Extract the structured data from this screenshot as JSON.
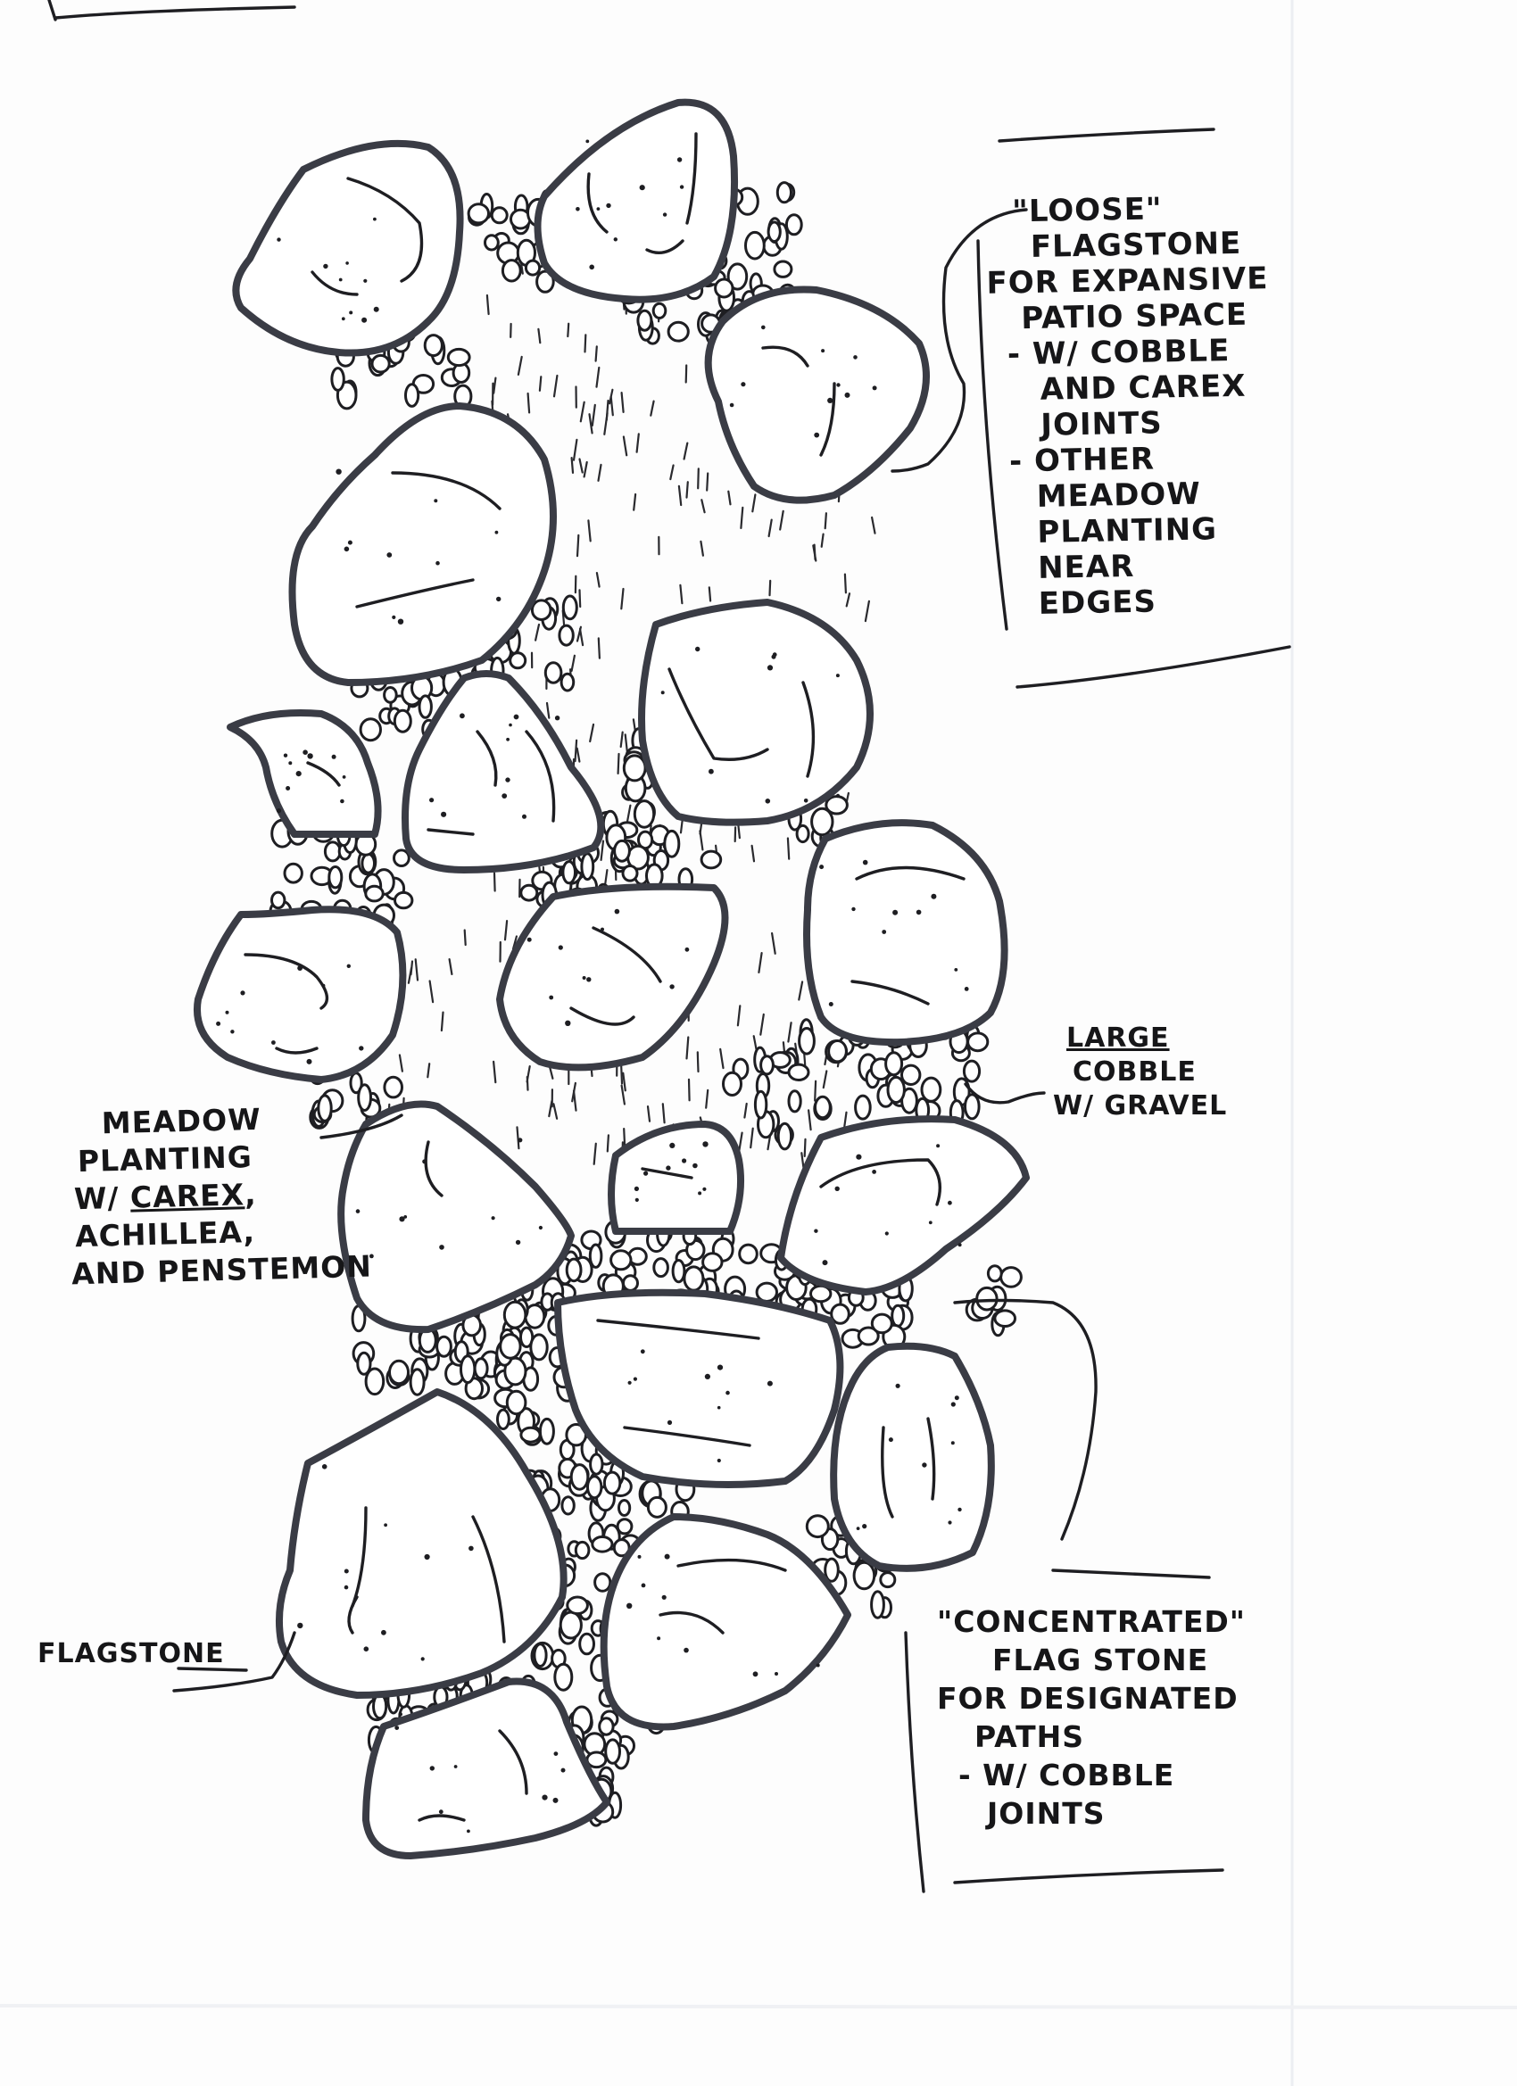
{
  "labels": {
    "loose": {
      "line1": "\"LOOSE\"",
      "line2": "FLAGSTONE",
      "line3": "FOR EXPANSIVE",
      "line4": "PATIO SPACE",
      "line5": "- W/ COBBLE",
      "line6": "AND CAREX",
      "line7": "JOINTS",
      "line8": "- OTHER",
      "line9": "MEADOW",
      "line10": "PLANTING",
      "line11": "NEAR",
      "line12": "EDGES"
    },
    "cobble": {
      "line1": "LARGE",
      "line2": "COBBLE",
      "line3": "W/ GRAVEL"
    },
    "meadow": {
      "line1": "MEADOW",
      "line2": "PLANTING",
      "line3_prefix": "W/ ",
      "line3_under": "CAREX",
      "line3_suffix": ",",
      "line4": "ACHILLEA,",
      "line5": "AND PENSTEMON"
    },
    "flagstone": {
      "text": "FLAGSTONE"
    },
    "concentrated": {
      "line1": "\"CONCENTRATED\"",
      "line2": "FLAG STONE",
      "line3": "FOR DESIGNATED",
      "line4": "PATHS",
      "line5": "- W/ COBBLE",
      "line6": "JOINTS"
    }
  },
  "colors": {
    "stone_outline": "#3a3c45",
    "ink": "#1e1e22",
    "paper": "#fdfdfd"
  }
}
